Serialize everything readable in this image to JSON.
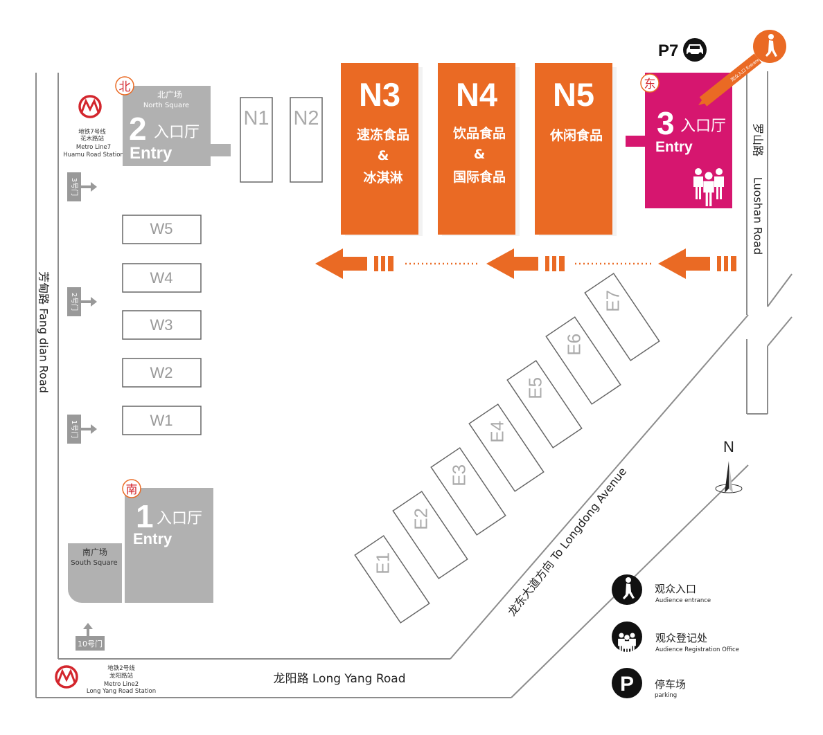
{
  "colors": {
    "orange": "#ea6a24",
    "magenta": "#d6166f",
    "gray": "#b1b1b1",
    "road": "#8c8c8c",
    "metro": "#d3262d"
  },
  "roads": {
    "fangdian": "芳甸路  Fang dian Road",
    "longyang": "龙阳路  Long Yang Road",
    "luoshan_cn": "罗山路",
    "luoshan_en": "Luoshan  Road",
    "longdong": "龙东大道方向  To Longdong Avenue"
  },
  "metro_north": {
    "line1": "地铁7号线",
    "line2": "花木路站",
    "line3": "Metro Line7",
    "line4": "Huamu Road Station"
  },
  "metro_south": {
    "line1": "地铁2号线",
    "line2": "龙阳路站",
    "line3": "Metro Line2",
    "line4": "Long Yang Road Station"
  },
  "entry2": {
    "badge": "北",
    "square_cn": "北广场",
    "square_en": "North Square",
    "num": "2",
    "cn": "入口厅",
    "en": "Entry"
  },
  "entry1": {
    "badge": "南",
    "num": "1",
    "cn": "入口厅",
    "en": "Entry",
    "square_cn": "南广场",
    "square_en": "South Square"
  },
  "entry3": {
    "badge": "东",
    "num": "3",
    "cn": "入口厅",
    "en": "Entry",
    "sign": "观众入口  Entrance"
  },
  "parking_label": "P7",
  "gates": {
    "g3": "3号门",
    "g2": "2号门",
    "g1": "1号门",
    "g10": "10号门"
  },
  "north_halls": [
    {
      "name": "N3",
      "l1": "速冻食品",
      "l2": "&",
      "l3": "冰淇淋"
    },
    {
      "name": "N4",
      "l1": "饮品食品",
      "l2": "&",
      "l3": "国际食品"
    },
    {
      "name": "N5",
      "l1": "休闲食品",
      "l2": "",
      "l3": ""
    }
  ],
  "north_plain": [
    "N1",
    "N2"
  ],
  "west_halls": [
    "W5",
    "W4",
    "W3",
    "W2",
    "W1"
  ],
  "east_halls": [
    "E1",
    "E2",
    "E3",
    "E4",
    "E5",
    "E6",
    "E7"
  ],
  "compass": "N",
  "legend": [
    {
      "icon": "pedestrian-icon",
      "cn": "观众入口",
      "en": "Audience entrance"
    },
    {
      "icon": "people-group-icon",
      "cn": "观众登记处",
      "en": "Audience Registration Office"
    },
    {
      "icon": "parking-icon",
      "cn": "停车场",
      "en": "parking",
      "glyph": "P"
    }
  ]
}
